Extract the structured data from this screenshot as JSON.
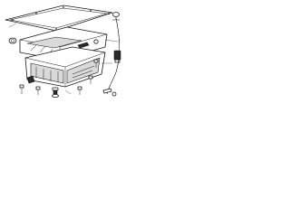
{
  "diagram": {
    "parts": [
      {
        "id": "oil-pan-gasket",
        "icon": "gasket-outline"
      },
      {
        "id": "oil-pan-upper",
        "icon": "oil-pan-upper-section"
      },
      {
        "id": "oil-pan-lower",
        "icon": "oil-pan-lower-section"
      },
      {
        "id": "oil-dipstick",
        "icon": "dipstick"
      },
      {
        "id": "dipstick-guide-tube",
        "icon": "guide-tube"
      },
      {
        "id": "oil-drain-plug",
        "icon": "drain-plug"
      },
      {
        "id": "sealing-ring",
        "icon": "o-ring"
      },
      {
        "id": "hex-bolts",
        "icon": "bolt"
      },
      {
        "id": "oil-level-sensor",
        "icon": "sensor"
      }
    ]
  }
}
